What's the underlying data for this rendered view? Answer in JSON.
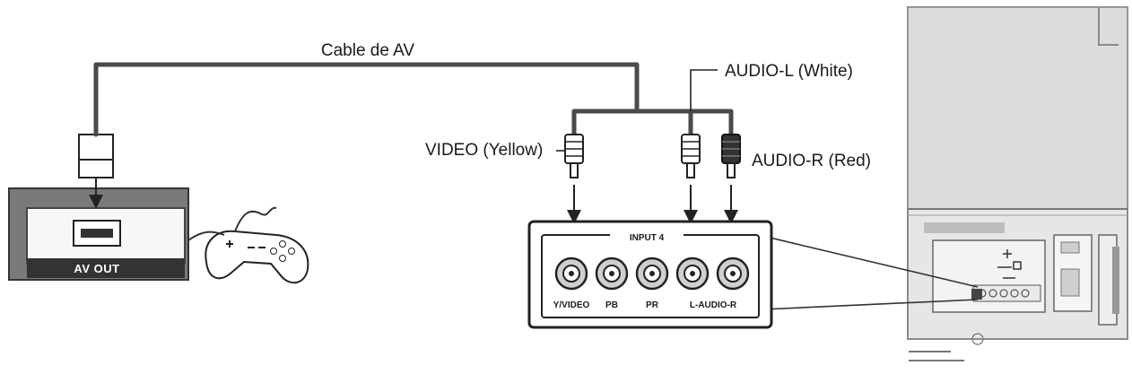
{
  "labels": {
    "cable": "Cable de AV",
    "audio_l": "AUDIO-L (White)",
    "video": "VIDEO (Yellow)",
    "audio_r": "AUDIO-R (Red)",
    "av_out": "AV OUT"
  },
  "panel": {
    "title": "INPUT 4",
    "jacks": [
      "Y/VIDEO",
      "PB",
      "PR",
      "L-AUDIO-R"
    ]
  },
  "icons": {
    "game_console": "game-console-icon",
    "gamepad": "gamepad-icon",
    "tv": "tv-back-icon"
  }
}
